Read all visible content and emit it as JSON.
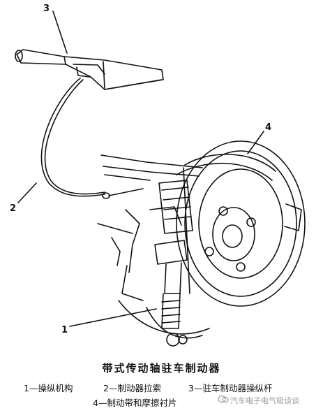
{
  "callouts": {
    "c1": "1",
    "c2": "2",
    "c3": "3",
    "c4": "4"
  },
  "caption": {
    "title": "带式传动轴驻车制动器",
    "legend": [
      "1—操纵机构",
      "2—制动器拉索",
      "3—驻车制动器操纵杆",
      "4—制动带和摩擦衬片"
    ]
  },
  "watermark": {
    "text": "汽车电子电气吸谈谈"
  },
  "colors": {
    "ink": "#111111",
    "watermark": "#9a9a9a"
  }
}
